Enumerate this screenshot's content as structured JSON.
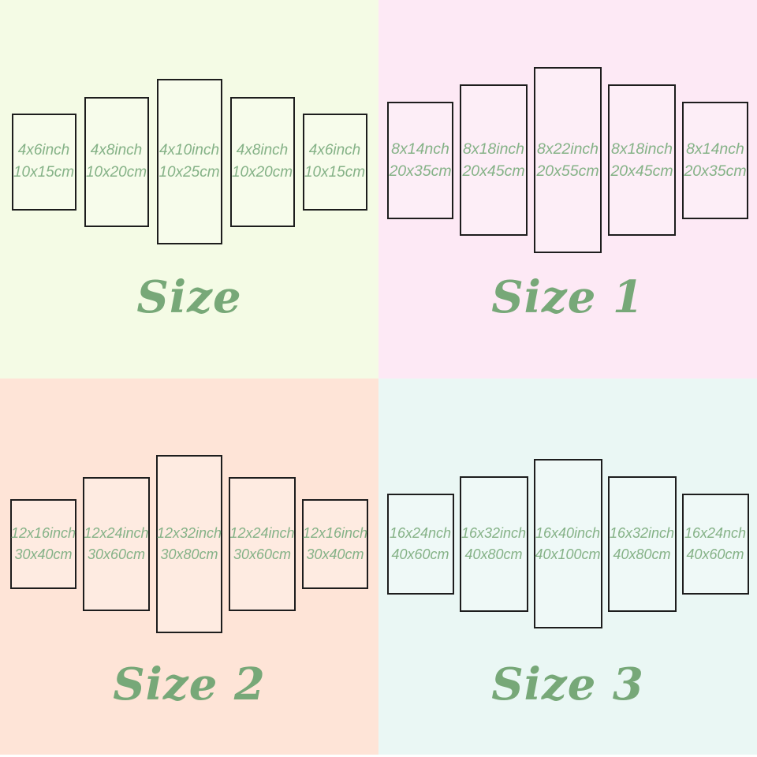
{
  "colors": {
    "panel_border": "#1d1d1d",
    "panel_text_green": "#85b287",
    "title_green": "#77a878",
    "bg_top_left": "#f4fbe5",
    "bg_top_right": "#fde9f5",
    "bg_bottom_left": "#fee4d7",
    "bg_bottom_right": "#eaf7f4"
  },
  "quadrants": [
    {
      "title": "Size",
      "panels": [
        {
          "inch": "4x6inch",
          "cm": "10x15cm"
        },
        {
          "inch": "4x8inch",
          "cm": "10x20cm"
        },
        {
          "inch": "4x10inch",
          "cm": "10x25cm"
        },
        {
          "inch": "4x8inch",
          "cm": "10x20cm"
        },
        {
          "inch": "4x6inch",
          "cm": "10x15cm"
        }
      ]
    },
    {
      "title": "Size 1",
      "panels": [
        {
          "inch": "8x14nch",
          "cm": "20x35cm"
        },
        {
          "inch": "8x18inch",
          "cm": "20x45cm"
        },
        {
          "inch": "8x22inch",
          "cm": "20x55cm"
        },
        {
          "inch": "8x18inch",
          "cm": "20x45cm"
        },
        {
          "inch": "8x14nch",
          "cm": "20x35cm"
        }
      ]
    },
    {
      "title": "Size 2",
      "panels": [
        {
          "inch": "12x16inch",
          "cm": "30x40cm"
        },
        {
          "inch": "12x24inch",
          "cm": "30x60cm"
        },
        {
          "inch": "12x32inch",
          "cm": "30x80cm"
        },
        {
          "inch": "12x24inch",
          "cm": "30x60cm"
        },
        {
          "inch": "12x16inch",
          "cm": "30x40cm"
        }
      ]
    },
    {
      "title": "Size 3",
      "panels": [
        {
          "inch": "16x24nch",
          "cm": "40x60cm"
        },
        {
          "inch": "16x32inch",
          "cm": "40x80cm"
        },
        {
          "inch": "16x40inch",
          "cm": "40x100cm"
        },
        {
          "inch": "16x32inch",
          "cm": "40x80cm"
        },
        {
          "inch": "16x24nch",
          "cm": "40x60cm"
        }
      ]
    }
  ]
}
